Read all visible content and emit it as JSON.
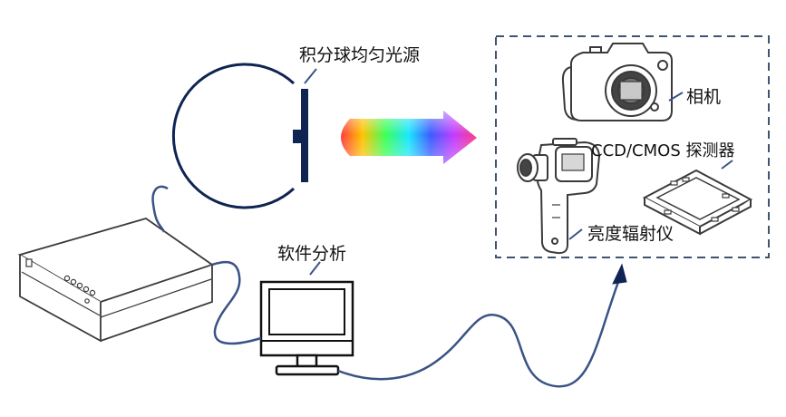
{
  "labels": {
    "light_source": "积分球均匀光源",
    "camera": "相机",
    "ccd_detector": "CCD/CMOS 探测器",
    "luminance_meter": "亮度辐射仪",
    "software": "软件分析"
  },
  "colors": {
    "navy": "#0f2452",
    "cable": "#3a5385",
    "dashed_box": "#3f5470",
    "device_line": "#3a3a3a",
    "spectrum": [
      "#ff3b3b",
      "#ffc400",
      "#3bff5a",
      "#19e6ff",
      "#3a5bff",
      "#c23bff",
      "#ff3b86"
    ]
  },
  "icons": {
    "integrating_sphere": "integrating-sphere-icon",
    "light_arrow": "rainbow-arrow-icon",
    "camera": "dslr-camera-icon",
    "luminance_meter": "handheld-luminance-meter-icon",
    "detector": "ccd-chip-icon",
    "controller": "controller-box-icon",
    "monitor": "computer-monitor-icon",
    "signal_arrow": "arrow-head-icon"
  }
}
